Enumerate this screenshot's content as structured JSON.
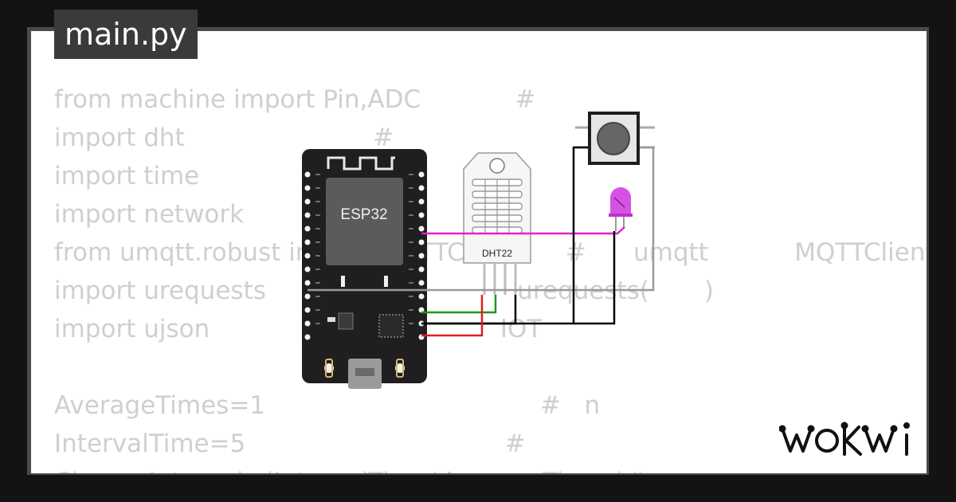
{
  "file_tab": {
    "label": "main.py"
  },
  "code_lines": [
    "from machine import Pin,ADC            #",
    "import dht                        #",
    "import time",
    "import network",
    "from umqtt.robust import MQTTClient      #      umqtt           MQTTClient",
    "import urequests                                urequests(       )",
    "import ujson                                     IOT",
    "",
    "AverageTimes=1                                   #   n",
    "IntervalTime=5                                 #",
    "ChangeInterval=(IntervalTime*AverageTimes)#"
  ],
  "components": {
    "esp32": {
      "chip_label": "ESP32"
    },
    "dht22": {
      "label": "DHT22"
    }
  },
  "brand": {
    "name": "WOKWI"
  },
  "colors": {
    "background": "#131313",
    "panel": "#ffffff",
    "code_text": "#cfcfcf",
    "board": "#1f1f1f",
    "wire_magenta": "#e020d0",
    "wire_gray": "#9a9a9a",
    "wire_red": "#e02020",
    "wire_green": "#1a9a1a",
    "wire_black": "#000000",
    "led": "#d040e0"
  }
}
